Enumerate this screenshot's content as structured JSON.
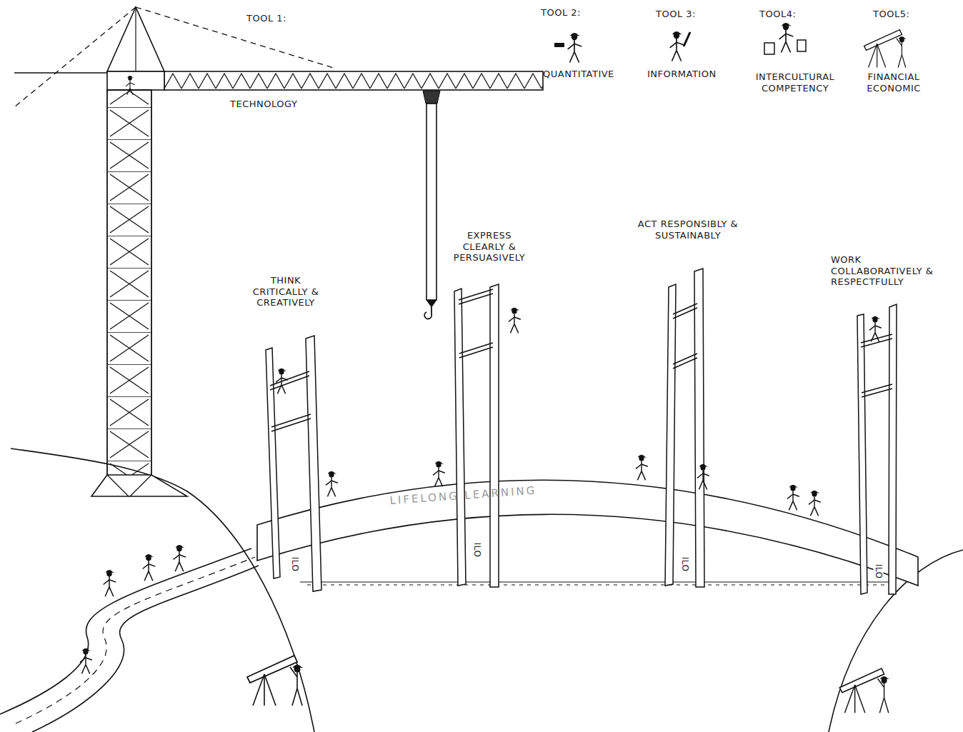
{
  "diagram": {
    "labels": [
      "TOOL 1:",
      "TECHNOLOGY",
      "TOOL 2:",
      "QUANTITATIVE",
      "TOOL 3:",
      "INFORMATION",
      "TOOL4:",
      "INTERCULTURAL COMPETENCY",
      "TOOL5:",
      "FINANCIAL ECONOMIC",
      "THINK CRITICALLY & CREATIVELY",
      "EXPRESS CLEARLY & PERSUASIVELY",
      "ACT RESPONSIBLY & SUSTAINABLY",
      "WORK COLLABORATIVELY & RESPECTFULLY",
      "ILO",
      "ILO",
      "ILO",
      "ILO",
      "LIFELONG LEARNING"
    ]
  }
}
